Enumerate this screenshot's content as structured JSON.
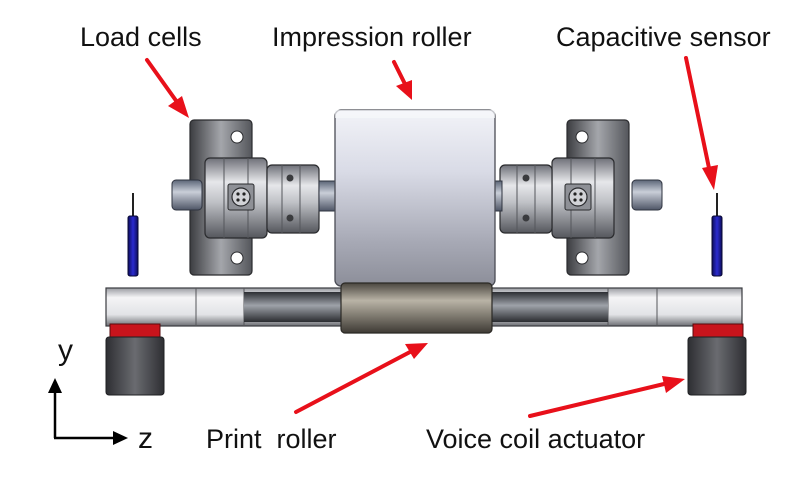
{
  "labels": {
    "load_cells": "Load cells",
    "impression_roller": "Impression roller",
    "capacitive_sensor": "Capacitive sensor",
    "print_roller": "Print  roller",
    "voice_coil_actuator": "Voice coil actuator"
  },
  "axes": {
    "y": "y",
    "z": "z"
  },
  "colors": {
    "arrow": "#e8101a",
    "sensor": "#1a1aa8",
    "metal": "#b8bcc4",
    "dark_metal": "#4a4a4e",
    "actuator_ring": "#c8141c"
  }
}
